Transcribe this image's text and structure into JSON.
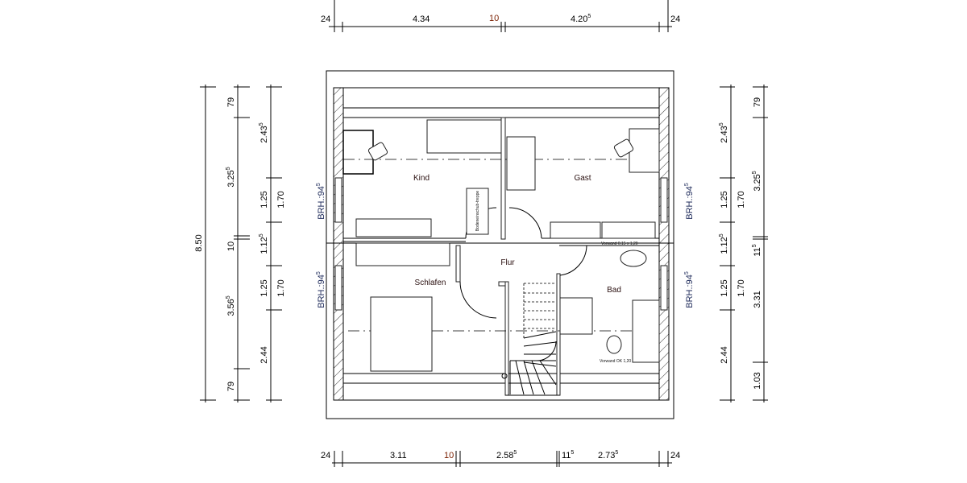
{
  "dimensions": {
    "top": [
      "24",
      "4.34",
      "10",
      {
        "v": "4.20",
        "sup": "5"
      },
      "24"
    ],
    "bottom": [
      "24",
      "3.11",
      "10",
      {
        "v": "2.58",
        "sup": "5"
      },
      {
        "v": "11",
        "sup": "5"
      },
      {
        "v": "2.73",
        "sup": "5"
      },
      "24"
    ],
    "left_overall": "8.50",
    "left_middle": [
      "79",
      {
        "v": "3.25",
        "sup": "5"
      },
      "10",
      {
        "v": "3.56",
        "sup": "5"
      },
      "79"
    ],
    "left_inner": [
      {
        "v": "2.43",
        "sup": "5"
      },
      "1.25",
      "1.70",
      {
        "v": "1.12",
        "sup": "5"
      },
      "1.25",
      "1.70",
      "2.44"
    ],
    "right_inner": [
      {
        "v": "2.43",
        "sup": "5"
      },
      "1.25",
      "1.70",
      {
        "v": "1.12",
        "sup": "5"
      },
      "1.25",
      "1.70",
      "2.44"
    ],
    "right_outer": [
      "79",
      {
        "v": "3.25",
        "sup": "5"
      },
      {
        "v": "11",
        "sup": "5"
      },
      "3.31",
      "1.03"
    ]
  },
  "window_sills": {
    "label": "BRH.:94",
    "sup": "5"
  },
  "rooms": [
    "Kind",
    "Gast",
    "Flur",
    "Schlafen",
    "Bad"
  ],
  "annotations": {
    "attic_stair": "Bodeneinschub-treppe",
    "prewall_1": "Vorwand 0,15 x 1,20",
    "prewall_2": "Vorwand OK 1,20"
  },
  "colors": {
    "dimension_text": "#000000",
    "wall_thickness_text": "#7a1f00",
    "sill_text": "#1d2a5a"
  }
}
